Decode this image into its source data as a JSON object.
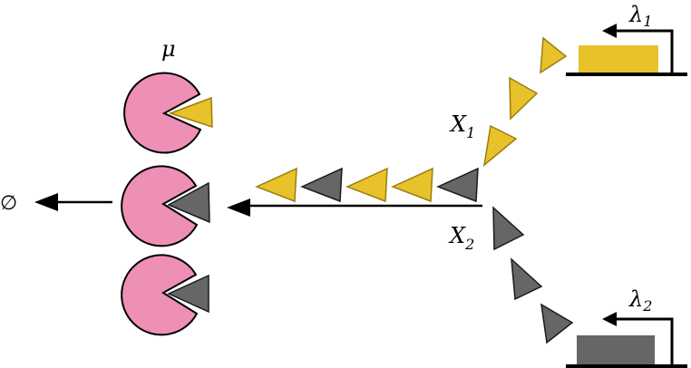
{
  "labels": {
    "mu": "μ",
    "lambda_sym": "λ",
    "lambda1_sub": "1",
    "lambda2_sub": "2",
    "x_sym": "X",
    "x1_sub": "1",
    "x2_sub": "2",
    "null_symbol": "∅"
  },
  "colors": {
    "yellow": "#e8c22a",
    "yellow_stroke": "#9a7d0f",
    "gray": "#666666",
    "gray_stroke": "#1a1a1a",
    "pink": "#ee8fb6",
    "black": "#000000"
  },
  "queue_sequence": [
    "yellow",
    "gray",
    "yellow",
    "yellow",
    "gray"
  ]
}
